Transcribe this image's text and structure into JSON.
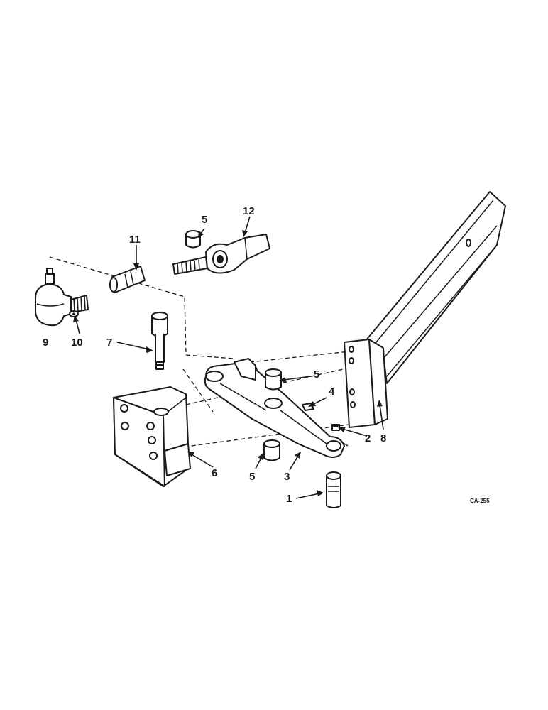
{
  "diagram": {
    "callouts": {
      "c1": "1",
      "c2": "2",
      "c3": "3",
      "c4": "4",
      "c5a": "5",
      "c5b": "5",
      "c5c": "5",
      "c6": "6",
      "c7": "7",
      "c8": "8",
      "c9": "9",
      "c10": "10",
      "c11": "11",
      "c12": "12"
    },
    "figure_code": "CA-255"
  }
}
